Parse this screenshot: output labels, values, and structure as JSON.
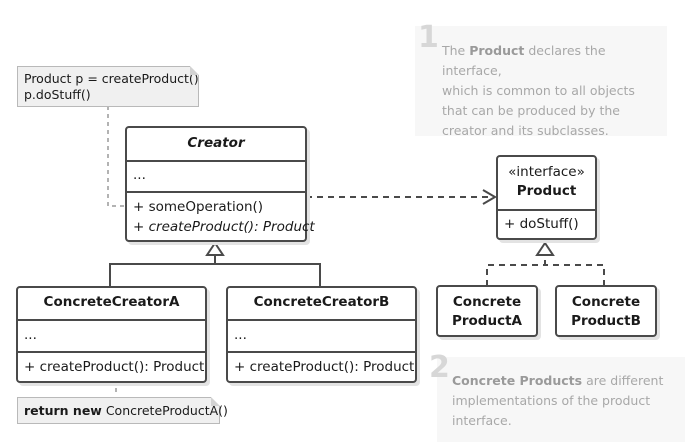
{
  "callout_1": {
    "number": "1",
    "bold": "Product",
    "before": "The ",
    "after": " declares the interface,",
    "lines": [
      "which is common to all objects",
      "that can be produced by the",
      "creator and its subclasses."
    ]
  },
  "callout_2": {
    "number": "2",
    "bold": "Concrete Products",
    "after": " are different",
    "lines": [
      "implementations of the product",
      "interface."
    ]
  },
  "note_creator": {
    "line1": "Product p = createProduct()",
    "line2": "p.doStuff()"
  },
  "note_concrete": {
    "bold": "return new",
    "rest": " ConcreteProductA()"
  },
  "creator": {
    "name": "Creator",
    "fields": "...",
    "method1": "+ someOperation()",
    "method2": "+ createProduct(): Product"
  },
  "creator_a": {
    "name": "ConcreteCreatorA",
    "fields": "...",
    "method": "+ createProduct(): Product"
  },
  "creator_b": {
    "name": "ConcreteCreatorB",
    "fields": "...",
    "method": "+ createProduct(): Product"
  },
  "product": {
    "stereotype": "«interface»",
    "name": "Product",
    "method": "+ doStuff()"
  },
  "product_a": {
    "line1": "Concrete",
    "line2": "ProductA"
  },
  "product_b": {
    "line1": "Concrete",
    "line2": "ProductB"
  },
  "colors": {
    "stroke": "#4a4a4a",
    "note_bg": "#f0f0f0",
    "callout_text": "#a8a8a8"
  }
}
